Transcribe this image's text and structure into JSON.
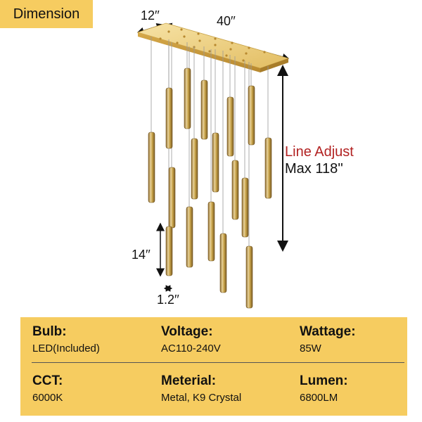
{
  "header": {
    "label": "Dimension"
  },
  "dimensions": {
    "width": "12′′",
    "length": "40′′",
    "pendant_length": "14′′",
    "pendant_diameter": "1.2′′"
  },
  "line_adjust": {
    "title": "Line Adjust",
    "max": "Max 118''"
  },
  "colors": {
    "panel": "#F6CC60",
    "accent_red": "#B22222",
    "gold": "#C9A44A"
  },
  "specs": {
    "rows": [
      [
        {
          "label": "Bulb:",
          "value": "LED(Included)"
        },
        {
          "label": "Voltage:",
          "value": "AC110-240V"
        },
        {
          "label": "Wattage:",
          "value": "85W"
        }
      ],
      [
        {
          "label": "CCT:",
          "value": "6000K"
        },
        {
          "label": "Meterial:",
          "value": "Metal, K9 Crystal"
        },
        {
          "label": "Lumen:",
          "value": "6800LM"
        }
      ]
    ]
  }
}
